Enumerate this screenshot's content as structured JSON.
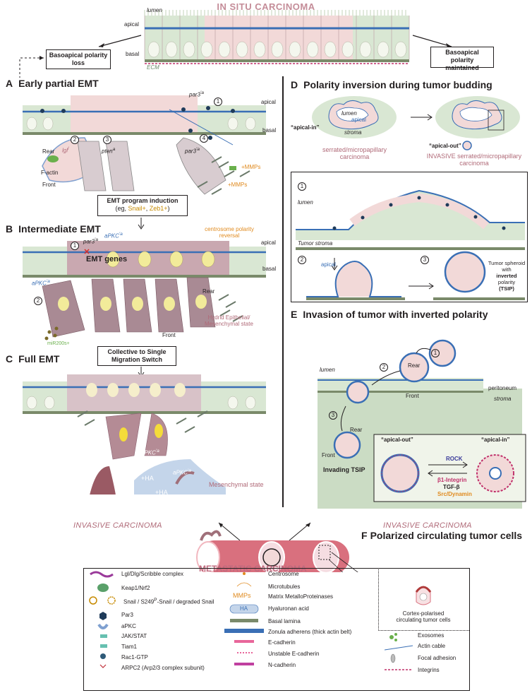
{
  "header": {
    "title": "IN SITU CARCINOMA",
    "lumen": "lumen",
    "apical": "apical",
    "basal": "basal",
    "ecm": "ECM",
    "left_box": "Basoapical polarity loss",
    "right_box": "Basoapical polarity maintained"
  },
  "sectionA": {
    "letter": "A",
    "title": "Early partial EMT",
    "apical": "apical",
    "basal": "basal",
    "labels": {
      "par3": "par3",
      "par3_sup": "′a",
      "n1": "1",
      "n2": "2",
      "n3": "3",
      "n4": "4",
      "lgl": "lgl",
      "lgl_sup": "l",
      "pten": "pten",
      "pten_sup": "a",
      "par3b": "par3",
      "par3b_sup": "′a",
      "rear": "Rear",
      "front": "Front",
      "factin": "F-actin",
      "mmps1": "+MMPs",
      "mmps2": "+MMPs"
    },
    "induction_box": "EMT program induction",
    "induction_sub_pre": "(eg, ",
    "induction_snail": "Snail+",
    "induction_sep": ", ",
    "induction_zeb": "Zeb1+",
    "induction_sub_post": ")"
  },
  "sectionB": {
    "letter": "B",
    "title": "Intermediate EMT",
    "apical": "apical",
    "basal": "basal",
    "labels": {
      "n1": "1",
      "n2": "2",
      "par3": "par3",
      "par3_sup": "′a",
      "apkc": "aPKC",
      "apkc_sup": "′a",
      "emt_genes": "EMT genes",
      "apkc2": "aPKC",
      "apkc2_sup": "′a",
      "mir": "miR200s+",
      "centrosome": "centrosome polarity",
      "reversal": "reversal",
      "rear": "Rear",
      "front": "Front",
      "hybrid1": "Hydrid Epithelial/",
      "hybrid2": "Mesenchymal state"
    },
    "switch_box_1": "Collective to Single",
    "switch_box_2": "Migration Switch"
  },
  "sectionC": {
    "letter": "C",
    "title": "Full EMT",
    "labels": {
      "apkc1": "aPKC",
      "apkc1_sup": "′a",
      "apkc2": "aPKC",
      "apkc2_sup": "′a",
      "ha1": "+HA",
      "ha2": "+HA",
      "mesenchymal": "Mesenchymal state"
    },
    "caption": "INVASIVE CARCINOMA"
  },
  "sectionD": {
    "letter": "D",
    "title": "Polarity inversion during tumor budding",
    "labels": {
      "lumen": "lumen",
      "apical": "apical",
      "stroma": "stroma",
      "apical_in": "“apical-in”",
      "apical_out": "“apical-out”",
      "serrated1": "serrated/micropapillary",
      "carcinoma1": "carcinoma",
      "serrated2": "INVASIVE serrated/micropapillary",
      "carcinoma2": "carcinoma",
      "n1": "1",
      "lumen2": "lumen",
      "tumor_stroma": "Tumor stroma",
      "n2": "2",
      "apical2": "apical",
      "n3": "3",
      "spheroid1": "Tumor spheroid",
      "spheroid2": "with",
      "spheroid3_b": "inverted",
      "spheroid4": "polarity",
      "spheroid5": "(TSIP)"
    }
  },
  "sectionE": {
    "letter": "E",
    "title": "Invasion of tumor with inverted polarity",
    "labels": {
      "n1": "1",
      "n2": "2",
      "n3": "3",
      "lumen": "lumen",
      "rear": "Rear",
      "front": "Front",
      "peritoneum": "peritoneum",
      "stroma": "stroma",
      "rear2": "Rear",
      "front2": "Front",
      "invading": "Invading TSIP",
      "apical_out": "“apical-out”",
      "apical_in": "“apical-in”",
      "rock": "ROCK",
      "integrin": "β1-Integrin",
      "tgfb": "TGF-β",
      "src": "Src/Dynamin"
    },
    "caption": "INVASIVE CARCINOMA"
  },
  "sectionF": {
    "letter": "F",
    "title": "Polarized circulating tumor cells",
    "caption": "METASTATIC CARCINOMA",
    "inset1": "Cortex-polarised",
    "inset2": "circulating tumor cells"
  },
  "legend": {
    "col1": [
      "Lgl/Dlg/Scribble complex",
      "Keap1/Nrf2",
      "Snail / S249",
      "Par3",
      "aPKC",
      "JAK/STAT",
      "Tiam1",
      "Rac1-GTP",
      "ARPC2 (Arp2/3 complex subunit)"
    ],
    "snail_parts": {
      "a": "Snail / S249",
      "sup": "P",
      "b": "-Snail / degraded Snail",
      "p": "P"
    },
    "col2": [
      "Centrosome",
      "Microtubules",
      "Matrix MetalloProteinases",
      "Hyaluronan acid",
      "Basal lamina",
      "Zonula adherens (thick actin belt)",
      "E-cadherin",
      "Unstable E-cadherin",
      "N-cadherin"
    ],
    "mmps_icon": "MMPs",
    "ha_icon": "HA",
    "col3": [
      "Exosomes",
      "Actin cable",
      "Focal adhesion",
      "Integrins"
    ]
  },
  "colors": {
    "epithelial": "#d9e7d3",
    "tumor": "#f2d9d8",
    "mesenchymal": "#b48b95",
    "apical_line": "#3a6fb5",
    "accent_pink": "#b06a78",
    "orange": "#e08a1e",
    "green": "#6ab04c",
    "magenta": "#c03080",
    "stroma_blue": "#c4d5ea"
  }
}
